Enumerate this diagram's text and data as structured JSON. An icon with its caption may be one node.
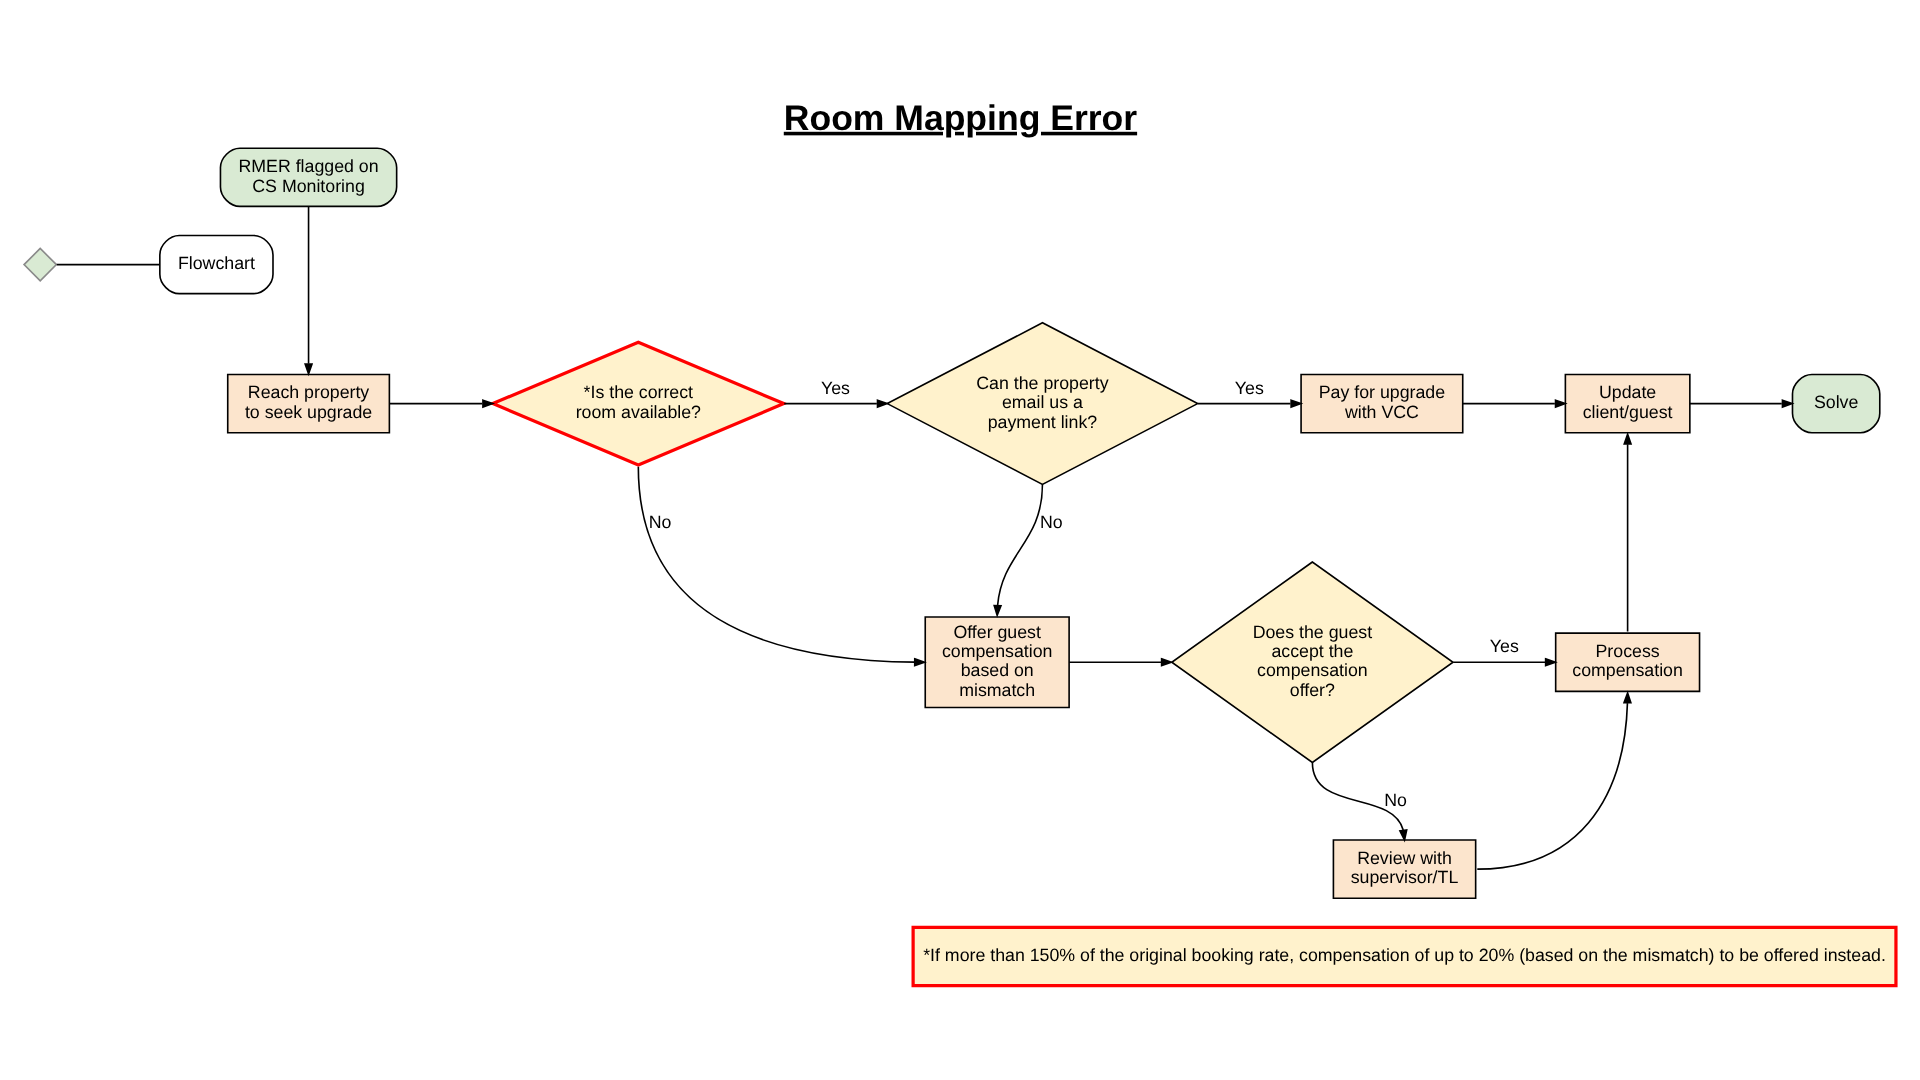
{
  "diagram": {
    "title": "Room Mapping Error",
    "nodes": [
      {
        "text": [],
        "shape": "diamond"
      },
      {
        "text": [
          "Flowchart"
        ]
      },
      {
        "text": [
          "RMER flagged on CS Monitoring"
        ]
      },
      {
        "text": [
          "Reach property to seek upgrade"
        ]
      },
      {
        "text": [
          "*Is the correct room available?"
        ]
      },
      {
        "text": [
          "Can the property email us a payment link?"
        ]
      },
      {
        "text": [
          "Pay for upgrade with VCC"
        ]
      },
      {
        "text": [
          "Update client/guest"
        ]
      },
      {
        "text": [
          "Solve"
        ]
      },
      {
        "text": [
          "Offer guest compensation based on mismatch"
        ]
      },
      {
        "text": [
          "Does the guest accept the compensation offer?"
        ]
      },
      {
        "text": [
          "Process compensation"
        ]
      },
      {
        "text": [
          "Review with supervisor/TL"
        ]
      },
      {
        "text": [
          "*If more than 150% of the original booking rate, compensation of up to 20% (based on the mismatch) to be offered instead."
        ]
      }
    ],
    "edges": [
      {
        "from": 0,
        "to": 1,
        "arrow": "none"
      },
      {
        "from": 2,
        "to": 3,
        "arrow": "to"
      },
      {
        "from": 3,
        "to": 4,
        "arrow": "to"
      },
      {
        "from": 4,
        "to": 5,
        "arrow": "to",
        "label": "Yes"
      },
      {
        "from": 5,
        "to": 6,
        "arrow": "to",
        "label": "Yes"
      },
      {
        "from": 6,
        "to": 7,
        "arrow": "to"
      },
      {
        "from": 7,
        "to": 8,
        "arrow": "to"
      },
      {
        "from": 4,
        "to": 9,
        "arrow": "to",
        "label": "No"
      },
      {
        "from": 5,
        "to": 9,
        "arrow": "to",
        "label": "No"
      },
      {
        "from": 9,
        "to": 10,
        "arrow": "to"
      },
      {
        "from": 10,
        "to": 11,
        "arrow": "to",
        "label": "Yes"
      },
      {
        "from": 10,
        "to": 12,
        "arrow": "to",
        "label": "No"
      },
      {
        "from": 12,
        "to": 11,
        "arrow": "to"
      },
      {
        "from": 11,
        "to": 7,
        "arrow": "to"
      }
    ]
  }
}
